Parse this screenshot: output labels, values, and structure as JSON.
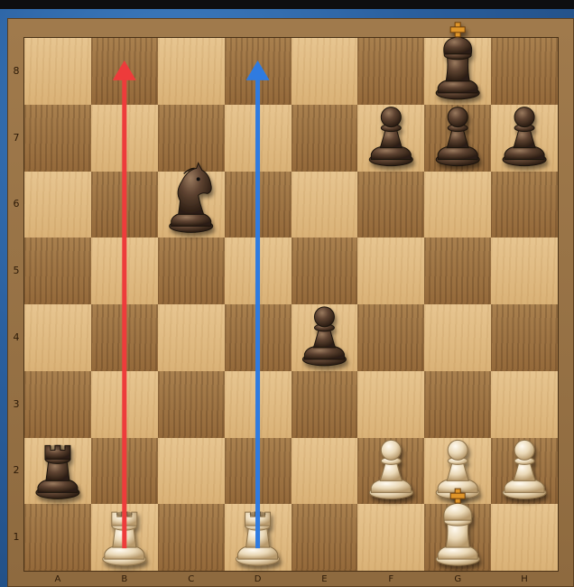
{
  "board": {
    "files": [
      "A",
      "B",
      "C",
      "D",
      "E",
      "F",
      "G",
      "H"
    ],
    "ranks": [
      "8",
      "7",
      "6",
      "5",
      "4",
      "3",
      "2",
      "1"
    ],
    "colors": {
      "light": "#e2bd86",
      "dark": "#a27a49",
      "frame": "#9a7446",
      "background": "#2f6aaa"
    }
  },
  "pieces": [
    {
      "type": "king",
      "color": "black",
      "square": "g8"
    },
    {
      "type": "pawn",
      "color": "black",
      "square": "f7"
    },
    {
      "type": "pawn",
      "color": "black",
      "square": "g7"
    },
    {
      "type": "pawn",
      "color": "black",
      "square": "h7"
    },
    {
      "type": "knight",
      "color": "black",
      "square": "c6"
    },
    {
      "type": "pawn",
      "color": "black",
      "square": "e4"
    },
    {
      "type": "rook",
      "color": "black",
      "square": "a2"
    },
    {
      "type": "pawn",
      "color": "white",
      "square": "f2"
    },
    {
      "type": "pawn",
      "color": "white",
      "square": "g2"
    },
    {
      "type": "pawn",
      "color": "white",
      "square": "h2"
    },
    {
      "type": "rook",
      "color": "white",
      "square": "b1"
    },
    {
      "type": "rook",
      "color": "white",
      "square": "d1"
    },
    {
      "type": "king",
      "color": "white",
      "square": "g1"
    }
  ],
  "arrows": [
    {
      "from": "b1",
      "to": "b8",
      "color": "#ee3b3b"
    },
    {
      "from": "d1",
      "to": "d8",
      "color": "#2f7be0"
    }
  ]
}
